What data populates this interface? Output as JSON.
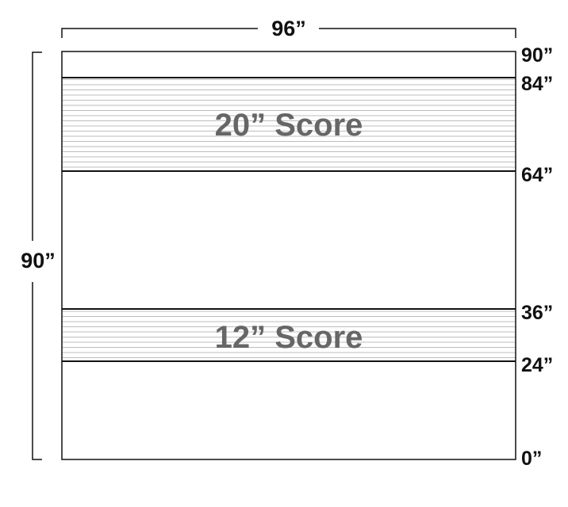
{
  "width_label": "96”",
  "height_label": "90”",
  "tick_labels": {
    "t90": "90”",
    "t84": "84”",
    "t64": "64”",
    "t36": "36”",
    "t24": "24”",
    "t0": "0”"
  },
  "scores": {
    "upper": "20” Score",
    "lower": "12” Score"
  },
  "colors": {
    "outline": "#111111",
    "score_text": "#666666",
    "hatch": "#bdbdbd"
  }
}
